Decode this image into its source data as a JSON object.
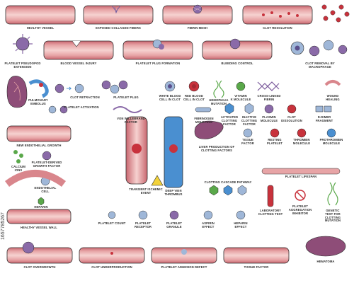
{
  "palette": {
    "vessel_outer": "#d9868c",
    "vessel_inner": "#f3c6c6",
    "vessel_dark": "#b95a63",
    "clot": "#8a6aa8",
    "platelet": "#9fb7d8",
    "rbc": "#c8323c",
    "fibrin": "#7c5c9c",
    "organ_purple": "#8e4d78",
    "organ_blue": "#4a8fd0",
    "green_molecule": "#5aa84a",
    "outline": "#2c2c2c"
  },
  "labels": {
    "healthy_vessel": "HEALTHY VESSEL",
    "exposed_collagen": "EXPOSED COLLAGEN FIBERS",
    "fibrin_mesh": "FIBRIN MESH",
    "clot_resolution": "CLOT RESOLUTION",
    "platelet_pseudopod": "PLATELET PSEUDOPOD\nEXTENSION",
    "blood_vessel_injury": "BLOOD VESSEL INJURY",
    "platelet_plug_formation": "PLATELET PLUG FORMATION",
    "bleeding_control": "BLEEDING CONTROL",
    "clot_removal": "CLOT REMOVAL BY MACROPHAGE",
    "pulmonary_embolus": "PULMONARY\nEMBOLUS",
    "clot_retraction": "CLOT RETRACTION",
    "platelet_plug": "PLATELET PLUG",
    "wbc_in_clot": "WHITE BLOOD\nCELL IN CLOT",
    "rbc_in_clot": "RED BLOOD\nCELL IN CLOT",
    "hemophilia": "HEMOPHILIA\nMUTATION",
    "vitamin_k": "VITAMIN\nK MOLECULE",
    "cross_linked_fibrin": "CROSS-LINKED\nFIBRIN",
    "wound_healing": "WOUND\nHEALING",
    "platelet_activation": "PLATELET ACTIVATION",
    "vwf": "VON WILLEBRAND\nFACTOR",
    "fibrinogen": "FIBRINOGEN\nMOLECULE",
    "activated_clotting": "ACTIVATED\nCLOTTING\nFACTOR",
    "inactive_clotting": "INACTIVE\nCLOTTING\nFACTOR",
    "plasmin": "PLASMIN\nMOLECULE",
    "clot_dissolution": "CLOT\nDISSOLUTION",
    "d_dimer": "D-DIMER\nFRAGMENT",
    "new_endothelial": "NEW ENDOTHELIAL GROWTH",
    "calcium_ions": "CALCIUM\nIONS",
    "pdgf": "PLATELET-DERIVED\nGROWTH FACTOR",
    "tissue_factor_small": "TISSUE\nFACTOR",
    "resting_platelet": "RESTING\nPLATELET",
    "thrombin": "THROMBIN\nMOLECULE",
    "prothrombin": "PROTHROMBIN\nMOLECULE",
    "endothelial_cell": "ENDOTHELIAL\nCELL",
    "liver_production": "LIVER PRODUCTION OF\nCLOTTING FACTORS",
    "platelet_lifespan": "PLATELET LIFESPAN",
    "heparin": "HEPARIN",
    "transient_ischemic": "TRANSIENT ISCHEMIC\nEVENT",
    "deep_vein": "DEEP VEIN\nTHROMBUS",
    "clotting_cascade": "CLOTTING CASCADE PATHWAY",
    "healthy_vessel_wall": "HEALTHY VESSEL WALL",
    "platelet_count": "PLATELET COUNT",
    "platelet_receptor": "PLATELET\nRECEPTOR",
    "platelet_granule": "PLATELET\nGRANULE",
    "aspirin_effect": "ASPIRIN\nEFFECT",
    "heparin_effect": "HEPARIN\nEFFECT",
    "lab_clotting_test": "LABORATORY\nCLOTTING TEST",
    "aggregation_inhibitor": "PLATELET\nAGGREGATION\nINHIBITOR",
    "genetic_test": "GENETIC TEST FOR\nCLOTTING MUTATION",
    "clot_overgrowth": "CLOT OVERGROWTH",
    "clot_underproduction": "CLOT UNDERPRODUCTION",
    "platelet_adhesion_defect": "PLATELET ADHESION DEFECT",
    "tissue_factor": "TISSUE FACTOR",
    "hematoma": "HEMATOMA"
  },
  "watermark": "1657785267"
}
